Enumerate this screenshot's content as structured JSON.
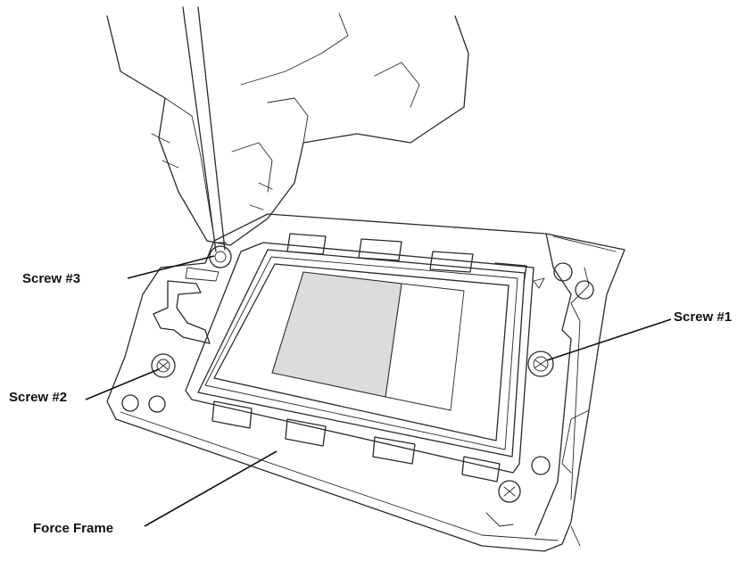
{
  "labels": {
    "screw3": "Screw #3",
    "screw1": "Screw #1",
    "screw2": "Screw #2",
    "force_frame": "Force Frame"
  },
  "colors": {
    "line": "#2a2a2a",
    "text": "#111111",
    "shade": "#dcdcdc",
    "background": "#ffffff"
  }
}
